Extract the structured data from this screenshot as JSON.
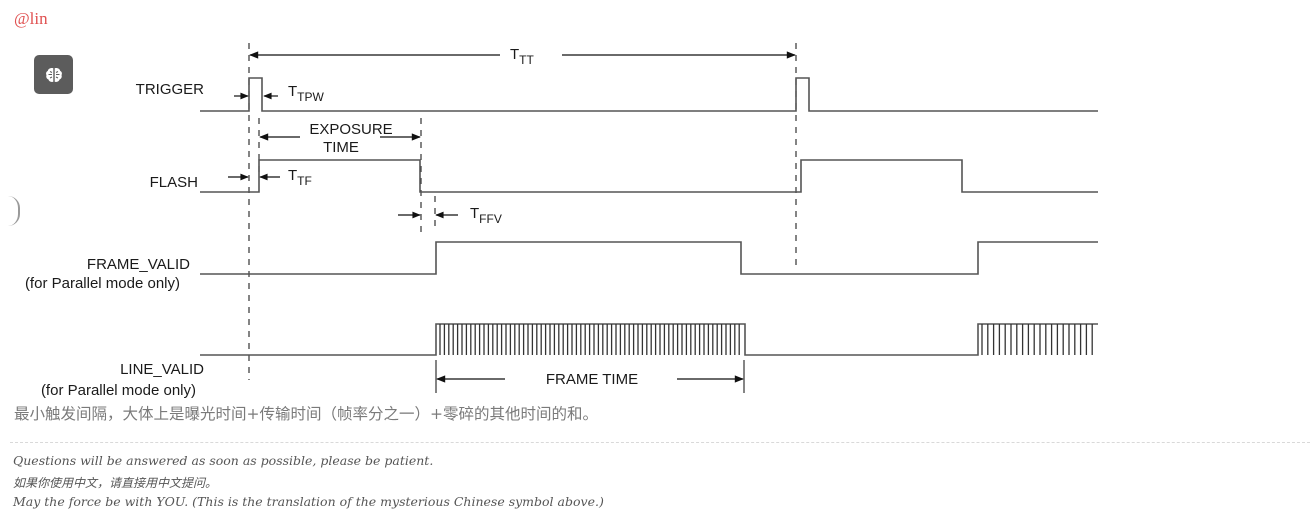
{
  "author": "@lin",
  "brain_button": {
    "icon": "brain-icon"
  },
  "diagram": {
    "signals": {
      "trigger": "TRIGGER",
      "flash": "FLASH",
      "frame_valid": "FRAME_VALID",
      "frame_valid_note": "(for Parallel mode only)",
      "line_valid": "LINE_VALID",
      "line_valid_note": "(for Parallel mode only)"
    },
    "timings": {
      "ttt": {
        "main": "T",
        "sub": "TT"
      },
      "ttpw": {
        "main": "T",
        "sub": "TPW"
      },
      "ttf": {
        "main": "T",
        "sub": "TF"
      },
      "tffv": {
        "main": "T",
        "sub": "FFV"
      },
      "exposure_line1": "EXPOSURE",
      "exposure_line2": "TIME",
      "frame_time": "FRAME TIME"
    }
  },
  "caption": "最小触发间隔，大体上是曝光时间+传输时间（帧率分之一）+零碎的其他时间的和。",
  "footer": {
    "line1": "Questions will be answered as soon as possible, please be patient.",
    "line2": "如果你使用中文，请直接用中文提问。",
    "line3": "May the force be with YOU. (This is the translation of the mysterious Chinese symbol above.)"
  }
}
